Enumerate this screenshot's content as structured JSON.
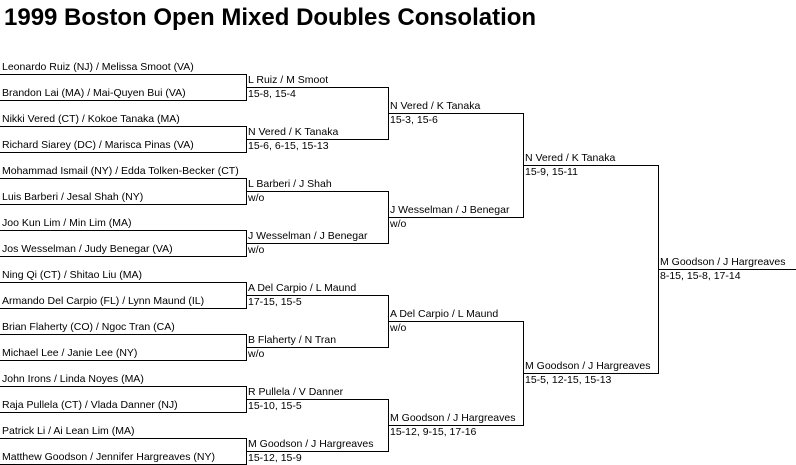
{
  "title": "1999 Boston Open Mixed Doubles Consolation",
  "rounds": [
    {
      "name": "",
      "matches": [
        {
          "winner": "Leonardo Ruiz (NJ) / Melissa Smoot (VA)",
          "score": ""
        },
        {
          "winner": "Brandon Lai (MA) / Mai-Quyen Bui (VA)",
          "score": ""
        },
        {
          "winner": "Nikki Vered (CT) / Kokoe Tanaka (MA)",
          "score": ""
        },
        {
          "winner": "Richard Siarey (DC) / Marisca Pinas (VA)",
          "score": ""
        },
        {
          "winner": "Mohammad Ismail (NY) / Edda Tolken-Becker (CT)",
          "score": ""
        },
        {
          "winner": "Luis Barberi / Jesal Shah (NY)",
          "score": ""
        },
        {
          "winner": "Joo Kun Lim / Min Lim (MA)",
          "score": ""
        },
        {
          "winner": "Jos Wesselman / Judy Benegar (VA)",
          "score": ""
        },
        {
          "winner": "Ning Qi (CT) / Shitao Liu (MA)",
          "score": ""
        },
        {
          "winner": "Armando Del Carpio (FL) / Lynn Maund (IL)",
          "score": ""
        },
        {
          "winner": "Brian Flaherty (CO) / Ngoc Tran (CA)",
          "score": ""
        },
        {
          "winner": "Michael Lee / Janie Lee (NY)",
          "score": ""
        },
        {
          "winner": "John Irons / Linda Noyes (MA)",
          "score": ""
        },
        {
          "winner": "Raja Pullela (CT) / Vlada Danner (NJ)",
          "score": ""
        },
        {
          "winner": "Patrick Li / Ai Lean Lim (MA)",
          "score": ""
        },
        {
          "winner": "Matthew Goodson / Jennifer Hargreaves (NY)",
          "score": ""
        }
      ]
    },
    {
      "name": "",
      "matches": [
        {
          "winner": "L Ruiz / M Smoot",
          "score": "15-8, 15-4"
        },
        {
          "winner": "N Vered / K Tanaka",
          "score": "15-6, 6-15, 15-13"
        },
        {
          "winner": "L Barberi / J Shah",
          "score": "w/o"
        },
        {
          "winner": "J Wesselman / J Benegar",
          "score": "w/o"
        },
        {
          "winner": "A Del Carpio / L Maund",
          "score": "17-15, 15-5"
        },
        {
          "winner": "B Flaherty / N Tran",
          "score": "w/o"
        },
        {
          "winner": "R Pullela / V Danner",
          "score": "15-10, 15-5"
        },
        {
          "winner": "M Goodson / J Hargreaves",
          "score": "15-12, 15-9"
        }
      ]
    },
    {
      "name": "",
      "matches": [
        {
          "winner": "N Vered / K Tanaka",
          "score": "15-3, 15-6"
        },
        {
          "winner": "J Wesselman / J Benegar",
          "score": "w/o"
        },
        {
          "winner": "A Del Carpio / L Maund",
          "score": "w/o"
        },
        {
          "winner": "M Goodson / J Hargreaves",
          "score": "15-12, 9-15, 17-16"
        }
      ]
    },
    {
      "name": "",
      "matches": [
        {
          "winner": "N Vered / K Tanaka",
          "score": "15-9, 15-11"
        },
        {
          "winner": "M Goodson / J Hargreaves",
          "score": "15-5, 12-15, 15-13"
        }
      ]
    },
    {
      "name": "",
      "matches": [
        {
          "winner": "M Goodson / J Hargreaves",
          "score": "8-15, 15-8, 17-14"
        }
      ]
    }
  ]
}
